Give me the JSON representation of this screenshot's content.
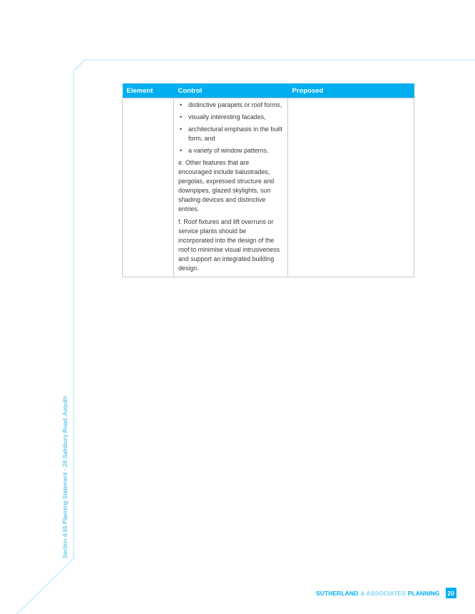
{
  "side_caption": "Section 4.55 Planning Statement - 28 Salisbury Road, Asquith",
  "table": {
    "headers": [
      "Element",
      "Control",
      "Proposed"
    ],
    "element_cell": "",
    "proposed_cell": "",
    "bullets": [
      "distinctive parapets or roof forms,",
      "visually interesting facades,",
      "architectural emphasis in the built form, and",
      "a variety of window patterns."
    ],
    "paragraphs": [
      "e. Other features that are encouraged include balustrades, pergolas, expressed structure and downpipes, glazed skylights, sun shading devices and distinctive entries.",
      "f. Roof fixtures and lift overruns or service plants should be incorporated into the design of the roof to minimise visual intrusiveness and support an integrated building design."
    ]
  },
  "footer": {
    "brand_primary": "SUTHERLAND",
    "brand_connector": "& ASSOCIATES",
    "brand_secondary": "PLANNING",
    "page_number": "20"
  },
  "colors": {
    "accent": "#00aeef",
    "frame_line": "#a9e3f7"
  }
}
